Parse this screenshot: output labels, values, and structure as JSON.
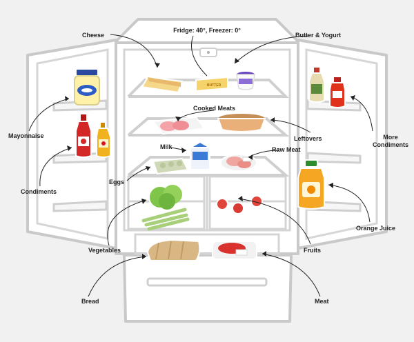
{
  "title": "Fridge: 40°, Freezer: 0°",
  "labels": {
    "cheese": "Cheese",
    "butter_yogurt": "Butter & Yogurt",
    "mayonnaise": "Mayonnaise",
    "condiments": "Condiments",
    "cooked_meats": "Cooked Meats",
    "leftovers": "Leftovers",
    "more_condiments_1": "More",
    "more_condiments_2": "Condiments",
    "milk": "Milk",
    "raw_meat": "Raw Meat",
    "eggs": "Eggs",
    "vegetables": "Vegetables",
    "fruits": "Fruits",
    "orange_juice": "Orange Juice",
    "bread": "Bread",
    "meat": "Meat"
  },
  "item_text": {
    "butter": "BUTTER"
  },
  "colors": {
    "background": "#f1f1f1",
    "fridge_outline": "#c9c9c9",
    "fridge_fill": "#ffffff",
    "label_text": "#222222",
    "leader_line": "#222222"
  }
}
